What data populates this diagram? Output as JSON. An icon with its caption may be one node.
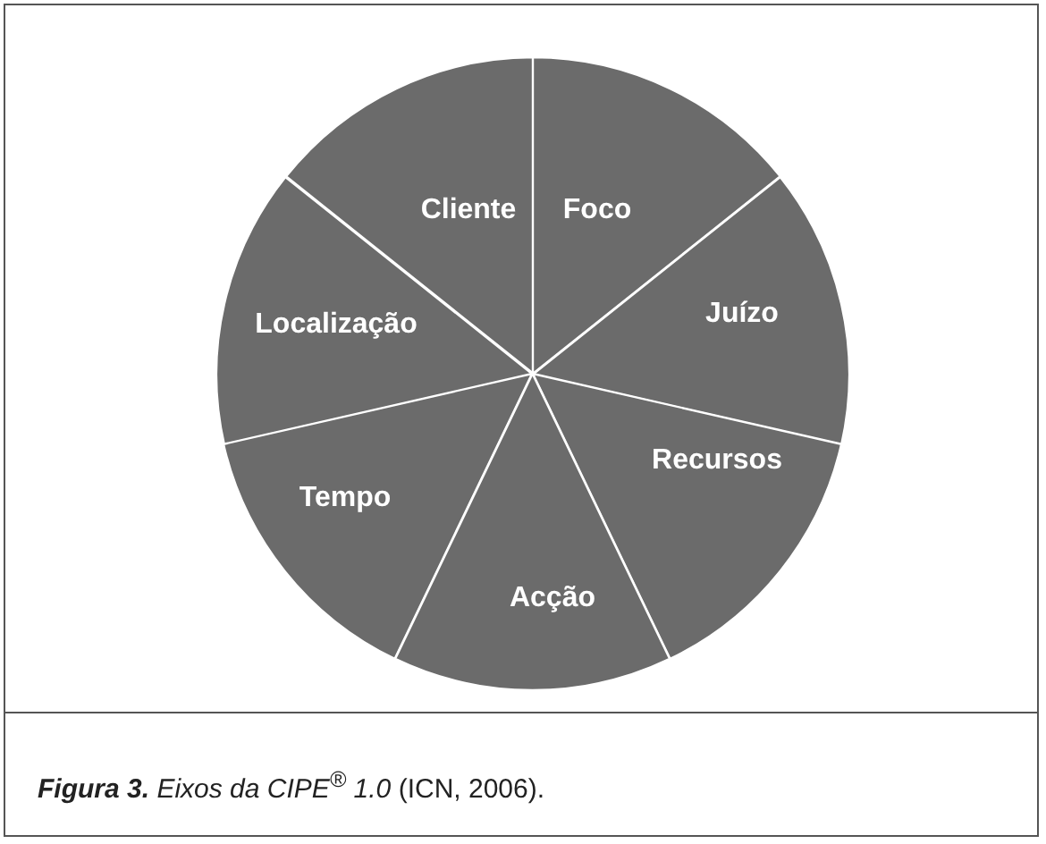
{
  "diagram": {
    "caption": "**Figura 3.** *Eixos da CIPE$^{®}$ 1.0* (ICN, 2006).",
    "nodes": [
      {
        "text": [
          "Cliente"
        ]
      },
      {
        "text": [
          "Foco"
        ]
      },
      {
        "text": [
          "Localização"
        ]
      },
      {
        "text": [
          "Juízo"
        ]
      },
      {
        "text": [
          "Recursos"
        ]
      },
      {
        "text": [
          "Tempo"
        ]
      },
      {
        "text": [
          "Acção"
        ]
      }
    ]
  }
}
